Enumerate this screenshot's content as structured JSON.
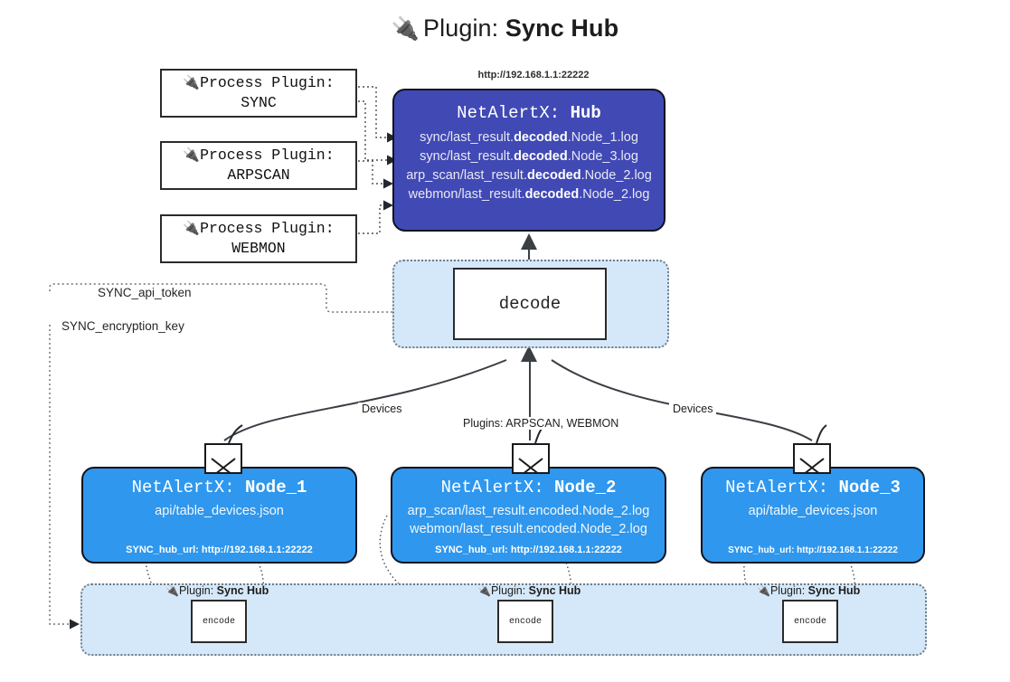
{
  "header": {
    "plug_icon": "🔌",
    "prefix": "Plugin: ",
    "name": "Sync Hub"
  },
  "process_plugins": [
    {
      "line1": "Process Plugin:",
      "line2": "SYNC",
      "icon": "plug-icon"
    },
    {
      "line1": "Process Plugin:",
      "line2": "ARPSCAN",
      "icon": "plug-icon"
    },
    {
      "line1": "Process Plugin:",
      "line2": "WEBMON",
      "icon": "plug-icon"
    }
  ],
  "hub": {
    "url": "http://192.168.1.1:22222",
    "title_prefix": "NetAlertX: ",
    "title_name": "Hub",
    "color": "#4049b4",
    "logs": [
      {
        "pre": "sync/last_result.",
        "mid": "decoded",
        "post": ".Node_1.log"
      },
      {
        "pre": "sync/last_result.",
        "mid": "decoded",
        "post": ".Node_3.log"
      },
      {
        "pre": "arp_scan/last_result.",
        "mid": "decoded",
        "post": ".Node_2.log"
      },
      {
        "pre": "webmon/last_result.",
        "mid": "decoded",
        "post": ".Node_2.log"
      }
    ]
  },
  "decode": {
    "label": "decode",
    "container_color": "#d5e8f9"
  },
  "keys": {
    "api_token": "SYNC_api_token",
    "encryption_key": "SYNC_encryption_key"
  },
  "edge_labels": {
    "devices_left": "Devices",
    "devices_right": "Devices",
    "plugins_center": "Plugins: ARPSCAN, WEBMON"
  },
  "nodes": [
    {
      "title_prefix": "NetAlertX: ",
      "title_name": "Node_1",
      "lines": [
        "api/table_devices.json"
      ],
      "footer": "SYNC_hub_url: http://192.168.1.1:22222",
      "icon": "envelope-icon",
      "color": "#2f97ed"
    },
    {
      "title_prefix": "NetAlertX: ",
      "title_name": "Node_2",
      "lines": [
        "arp_scan/last_result.encoded.Node_2.log",
        "webmon/last_result.encoded.Node_2.log"
      ],
      "footer": "SYNC_hub_url: http://192.168.1.1:22222",
      "icon": "envelope-icon",
      "color": "#2f97ed"
    },
    {
      "title_prefix": "NetAlertX: ",
      "title_name": "Node_3",
      "lines": [
        "api/table_devices.json"
      ],
      "footer": "SYNC_hub_url: http://192.168.1.1:22222",
      "icon": "envelope-icon",
      "color": "#2f97ed"
    }
  ],
  "plugin_band": {
    "labels": [
      {
        "icon": "plug-icon",
        "prefix": "Plugin: ",
        "name": "Sync Hub"
      },
      {
        "icon": "plug-icon",
        "prefix": "Plugin: ",
        "name": "Sync Hub"
      },
      {
        "icon": "plug-icon",
        "prefix": "Plugin: ",
        "name": "Sync Hub"
      }
    ],
    "encode_label": "encode",
    "container_color": "#d5e8f9"
  }
}
